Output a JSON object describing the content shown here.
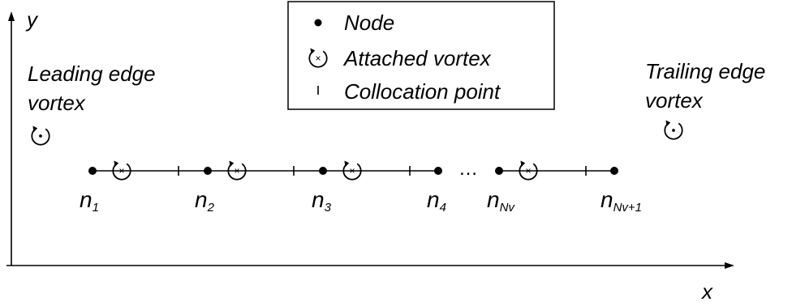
{
  "axes": {
    "x_label": "x",
    "y_label": "y"
  },
  "legend": {
    "items": [
      {
        "symbol": "node",
        "label": "Node"
      },
      {
        "symbol": "attached-vortex",
        "label": "Attached vortex"
      },
      {
        "symbol": "collocation-point",
        "label": "Collocation point"
      }
    ]
  },
  "leading_edge_vortex": {
    "line1": "Leading edge",
    "line2": "vortex"
  },
  "trailing_edge_vortex": {
    "line1": "Trailing edge",
    "line2": "vortex"
  },
  "ellipsis": "…",
  "nodes": [
    {
      "base": "n",
      "sub": "1"
    },
    {
      "base": "n",
      "sub": "2"
    },
    {
      "base": "n",
      "sub": "3"
    },
    {
      "base": "n",
      "sub": "4"
    },
    {
      "base": "n",
      "sub": "Nv"
    },
    {
      "base": "n",
      "sub": "Nv+1"
    }
  ]
}
